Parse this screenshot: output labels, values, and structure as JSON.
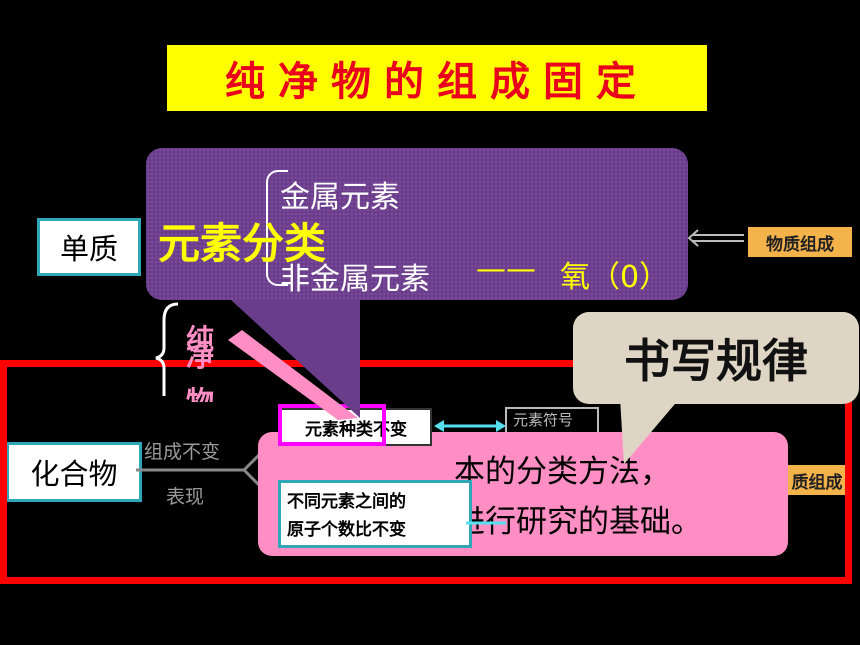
{
  "title": "纯净物的组成固定",
  "left_labels": {
    "simple": "单质",
    "compound": "化合物"
  },
  "right_labels": {
    "composition_top": "物质组成",
    "composition_bottom_partial": "质组成"
  },
  "branches": {
    "constant_composition": "组成不变",
    "manifestation": "表现",
    "element_types_constant": "元素种类不变",
    "atom_ratio_line1": "不同元素之间的",
    "atom_ratio_line2": "原子个数比不变",
    "element_symbol": "元素符号"
  },
  "vertical_partial": {
    "c1": "纯",
    "c2": "净",
    "c3": "物"
  },
  "purple_callout": {
    "heading": "元素分类",
    "metal": "金属元素",
    "nonmetal": "非金属元素",
    "dash": "——",
    "oxygen": "氧（0）"
  },
  "pink_callout": {
    "line1": "本的分类方法，",
    "line2": "进行研究的基础。"
  },
  "tan_callout": {
    "text": "书写规律"
  },
  "colors": {
    "title_bg": "#ffff00",
    "title_text": "#e8001c",
    "frame": "#ff0000",
    "purple": "#6a3d8a",
    "pink": "#ff8ec4",
    "tan": "#ded5c4",
    "magenta": "#ff00ff",
    "cyan": "#2fa7b7"
  }
}
